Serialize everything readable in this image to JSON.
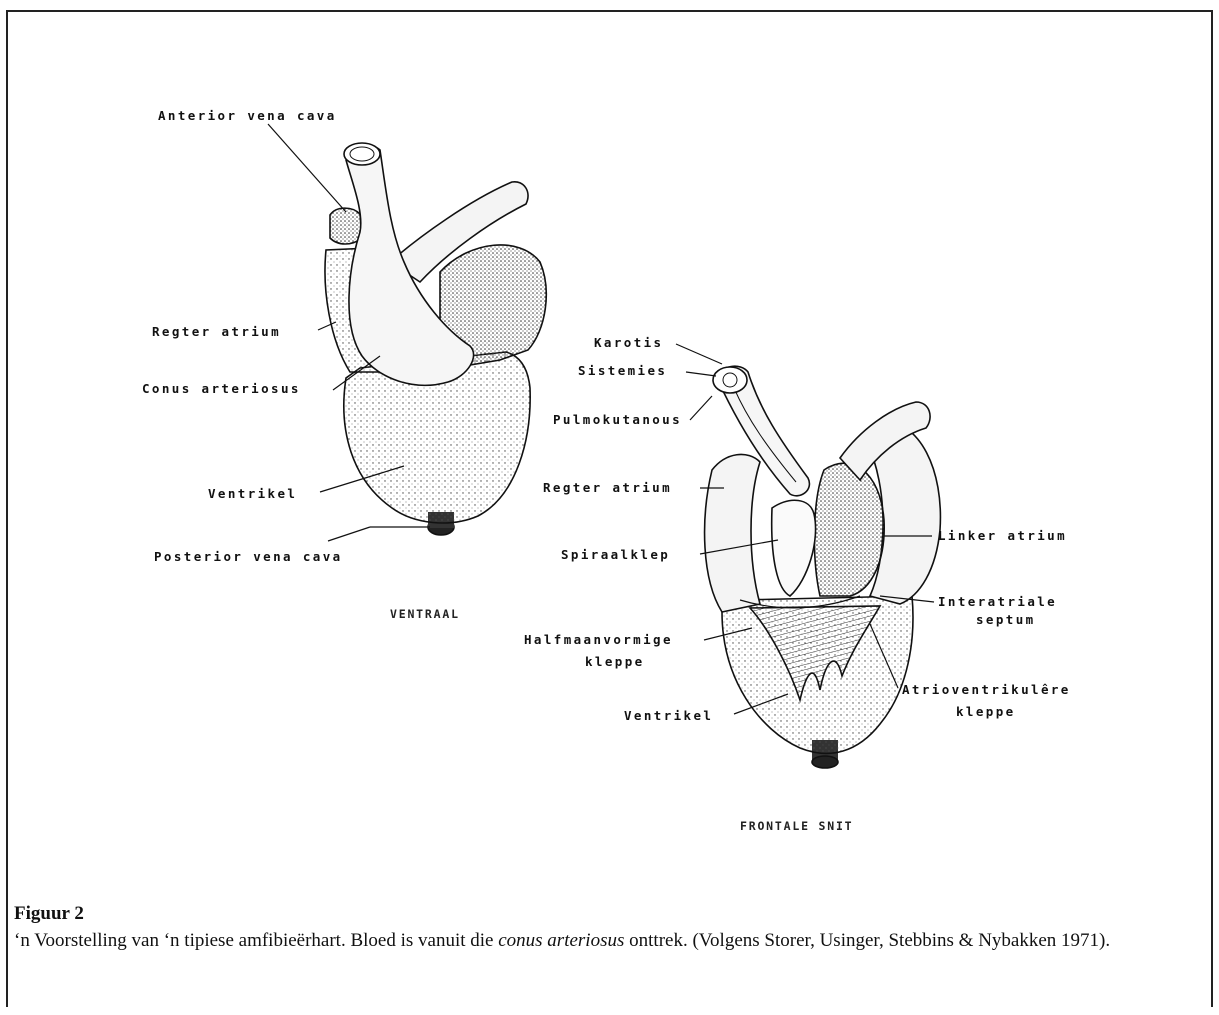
{
  "ventral_labels": {
    "anterior_vena_cava": "Anterior vena cava",
    "regter_atrium": "Regter atrium",
    "conus_arteriosus": "Conus arteriosus",
    "ventrikel": "Ventrikel",
    "posterior_vena_cava": "Posterior vena cava",
    "view_title": "VENTRAAL"
  },
  "frontal_labels": {
    "karotis": "Karotis",
    "sistemies": "Sistemies",
    "pulmokutanous": "Pulmokutanous",
    "regter_atrium": "Regter atrium",
    "spiraalklep": "Spiraalklep",
    "halfmaanvormige": "Halfmaanvormige",
    "kleppe": "kleppe",
    "ventrikel": "Ventrikel",
    "linker_atrium": "Linker atrium",
    "interatriale": "Interatriale",
    "septum": "septum",
    "atrioventrikulere": "Atrioventrikulêre",
    "atrioventrikulere_kleppe": "kleppe",
    "view_title": "FRONTALE SNIT"
  },
  "caption": {
    "heading": "Figuur 2",
    "text_before": "‘n Voorstelling van ‘n tipiese amfibieërhart. Bloed is vanuit die ",
    "text_italic": "conus arteriosus",
    "text_after": " onttrek. (Volgens Storer, Usinger, Stebbins & Nybakken 1971)."
  }
}
